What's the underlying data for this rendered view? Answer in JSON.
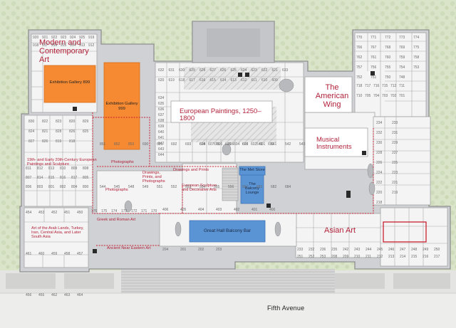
{
  "map": {
    "street": "Fifth Avenue",
    "galleries": {
      "modern": "Modern and Contemporary Art",
      "european_paintings": "European Paintings, 1250–1800",
      "american_wing": "The American Wing",
      "musical_instruments": "Musical Instruments",
      "asian_art": "Asian Art",
      "nineteenth_century": "19th- and Early 20th-Century European Paintings and Sculpture",
      "photographs_top": "Photographs",
      "photographs_left": "Photographs",
      "drawings_prints_photos": "Drawings, Prints, and Photographs",
      "drawings_prints": "Drawings and Prints",
      "european_sculpture": "European Sculpture and Decorative Arts",
      "greek_roman": "Greek and Roman Art",
      "arab_lands": "Art of the Arab Lands, Turkey, Iran, Central Asia, and Later South Asia",
      "ancient_near_eastern": "Ancient Near Eastern Art"
    },
    "exhibitions": {
      "g899": "Exhibition Gallery 899",
      "g999": "Exhibition Gallery 999"
    },
    "amenities": {
      "met_store": "The Met Store",
      "balcony_lounge": "The Balcony Lounge",
      "balcony_bar": "Great Hall Balcony Bar"
    },
    "rooms": {
      "modern": [
        "920",
        "921",
        "922",
        "923",
        "924",
        "925",
        "919",
        "918",
        "917",
        "916",
        "915",
        "914",
        "913",
        "912"
      ],
      "mod_grid": [
        "830",
        "822",
        "823",
        "820",
        "829",
        "824",
        "821",
        "828",
        "826",
        "825",
        "827",
        "826",
        "819",
        "818"
      ],
      "c19": [
        "811",
        "812",
        "813",
        "810",
        "809",
        "808",
        "807",
        "814",
        "815",
        "816",
        "817",
        "805",
        "806",
        "803",
        "801",
        "802",
        "804",
        "800"
      ],
      "eur_top": [
        "632",
        "631",
        "630",
        "629",
        "628",
        "627",
        "626",
        "625",
        "624",
        "623",
        "622",
        "621",
        "633",
        "620",
        "619",
        "618",
        "617",
        "616",
        "615",
        "614",
        "613",
        "612",
        "611",
        "610",
        "609"
      ],
      "eur_left": [
        "634",
        "635",
        "636",
        "637",
        "638",
        "639",
        "640",
        "641",
        "642",
        "643",
        "644"
      ],
      "eur_right": [
        "608",
        "607",
        "606",
        "605",
        "604",
        "603",
        "602",
        "601",
        "600"
      ],
      "am_grid": [
        "770",
        "771",
        "772",
        "773",
        "774",
        "766",
        "767",
        "768",
        "769",
        "775",
        "762",
        "761",
        "760",
        "759",
        "758",
        "757",
        "756",
        "755",
        "754",
        "753",
        "752",
        "751",
        "750",
        "748"
      ],
      "am_mid": [
        "718",
        "717",
        "716",
        "715",
        "712",
        "711",
        "710",
        "705",
        "704",
        "703",
        "702",
        "701"
      ],
      "right_col": [
        "234",
        "233",
        "232",
        "231",
        "230",
        "229",
        "228",
        "227",
        "226",
        "225",
        "224",
        "223",
        "222",
        "221",
        "220",
        "219",
        "218"
      ],
      "asian_grid": [
        "233",
        "232",
        "236",
        "235",
        "242",
        "243",
        "244",
        "245",
        "246",
        "247",
        "248",
        "249",
        "250",
        "251",
        "252",
        "253",
        "208",
        "209",
        "210",
        "211",
        "212",
        "213",
        "214",
        "215",
        "216",
        "217"
      ],
      "arab": [
        "454",
        "453",
        "452",
        "451",
        "450",
        "461",
        "460",
        "459",
        "458",
        "457",
        "456",
        "455",
        "462",
        "463",
        "464"
      ],
      "greek": [
        "176",
        "175",
        "174",
        "173",
        "172",
        "171",
        "170"
      ],
      "center": [
        "406",
        "405",
        "404",
        "403",
        "402",
        "401",
        "400",
        "204",
        "201",
        "202",
        "203"
      ],
      "misc": [
        "851",
        "852",
        "853",
        "690",
        "691",
        "692",
        "693",
        "694",
        "695",
        "696",
        "699",
        "540",
        "541",
        "542",
        "543",
        "544",
        "545",
        "548",
        "549",
        "551",
        "552",
        "553",
        "554",
        "555",
        "556",
        "557",
        "681",
        "682",
        "684"
      ]
    }
  }
}
